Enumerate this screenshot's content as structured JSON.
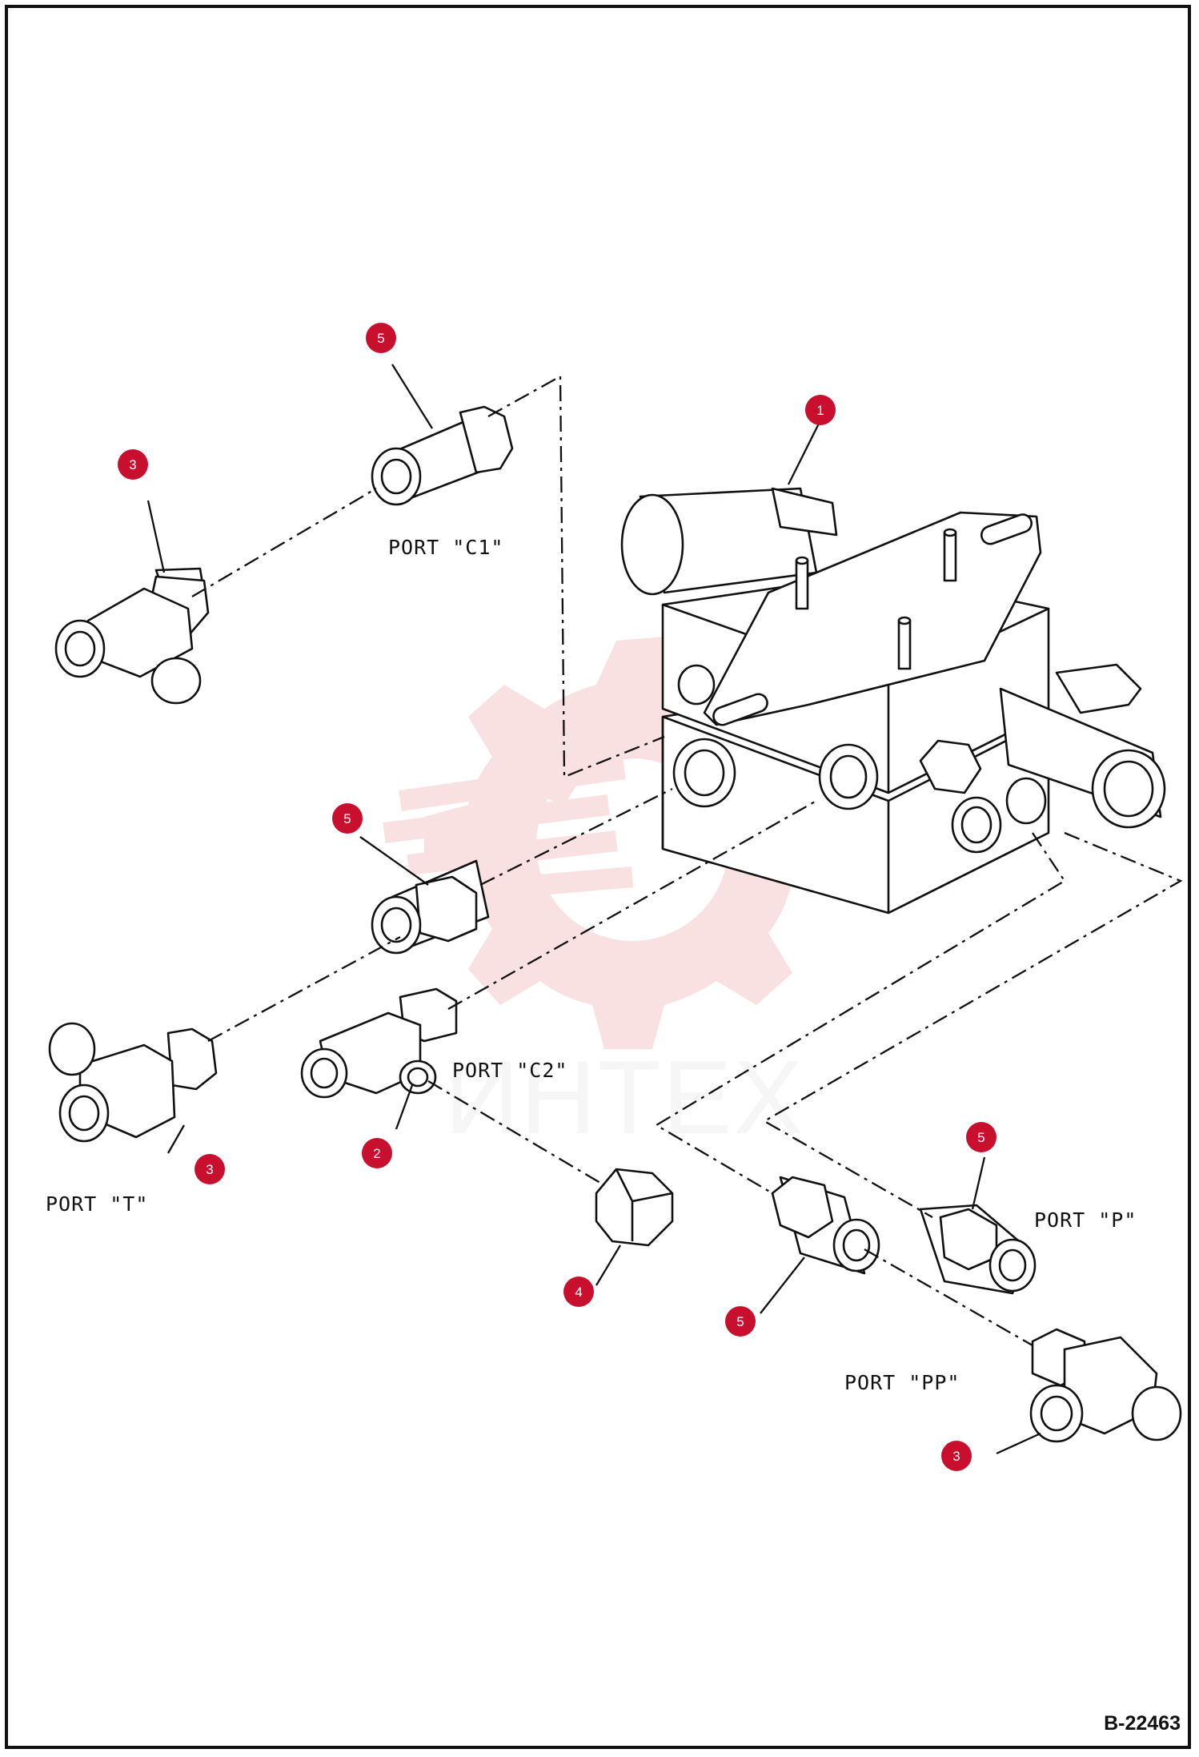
{
  "drawing": {
    "number": "B-22463",
    "watermark": "ИНТЕХ"
  },
  "ports": {
    "c1": "PORT \"C1\"",
    "c2": "PORT \"C2\"",
    "t": "PORT \"T\"",
    "p": "PORT \"P\"",
    "pp": "PORT \"PP\""
  },
  "callouts": [
    {
      "id": "callout-1",
      "number": "1"
    },
    {
      "id": "callout-5-c1",
      "number": "5"
    },
    {
      "id": "callout-3-c1",
      "number": "3"
    },
    {
      "id": "callout-5-t",
      "number": "5"
    },
    {
      "id": "callout-3-t",
      "number": "3"
    },
    {
      "id": "callout-2",
      "number": "2"
    },
    {
      "id": "callout-4",
      "number": "4"
    },
    {
      "id": "callout-5-p",
      "number": "5"
    },
    {
      "id": "callout-5-pp",
      "number": "5"
    },
    {
      "id": "callout-3-pp",
      "number": "3"
    }
  ],
  "colors": {
    "badge": "#c8102e",
    "watermark": "#f3b8b8",
    "line": "#111111"
  }
}
